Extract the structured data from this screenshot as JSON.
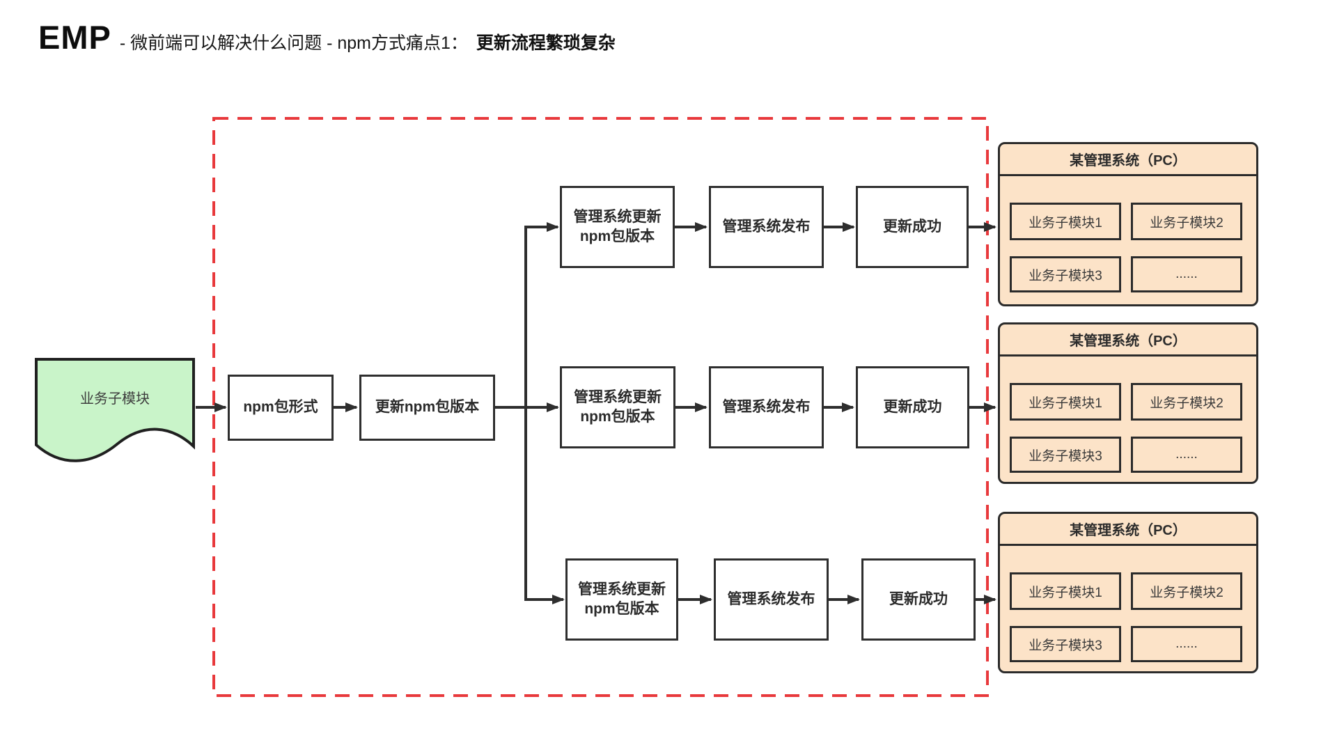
{
  "title": {
    "brand": "EMP",
    "subtitle": "- 微前端可以解决什么问题 - npm方式痛点1：",
    "highlight": "更新流程繁琐复杂"
  },
  "source": {
    "label": "业务子模块"
  },
  "pre_steps": [
    {
      "label": "npm包形式"
    },
    {
      "label": "更新npm包版本"
    }
  ],
  "branch_rows": [
    {
      "steps": [
        {
          "label": "管理系统更新\nnpm包版本"
        },
        {
          "label": "管理系统发布"
        },
        {
          "label": "更新成功"
        }
      ]
    },
    {
      "steps": [
        {
          "label": "管理系统更新\nnpm包版本"
        },
        {
          "label": "管理系统发布"
        },
        {
          "label": "更新成功"
        }
      ]
    },
    {
      "steps": [
        {
          "label": "管理系统更新\nnpm包版本"
        },
        {
          "label": "管理系统发布"
        },
        {
          "label": "更新成功"
        }
      ]
    }
  ],
  "panels": [
    {
      "title": "某管理系统（PC）",
      "modules": [
        "业务子模块1",
        "业务子模块2",
        "业务子模块3",
        "......"
      ]
    },
    {
      "title": "某管理系统（PC）",
      "modules": [
        "业务子模块1",
        "业务子模块2",
        "业务子模块3",
        "......"
      ]
    },
    {
      "title": "某管理系统（PC）",
      "modules": [
        "业务子模块1",
        "业务子模块2",
        "业务子模块3",
        "......"
      ]
    }
  ],
  "colors": {
    "boundary_red": "#e8393c",
    "document_green": "#c9f4c9",
    "panel_peach": "#fce3c8",
    "line_dark": "#2e2e2e"
  }
}
